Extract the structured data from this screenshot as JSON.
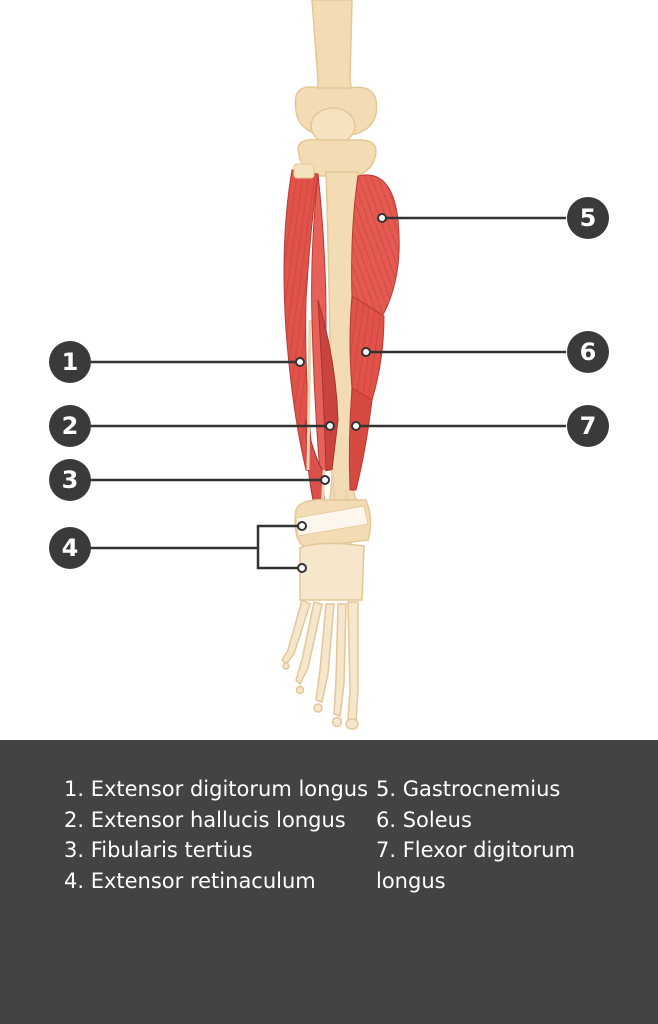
{
  "markers": [
    {
      "id": "1",
      "label": "1"
    },
    {
      "id": "2",
      "label": "2"
    },
    {
      "id": "3",
      "label": "3"
    },
    {
      "id": "4",
      "label": "4"
    },
    {
      "id": "5",
      "label": "5"
    },
    {
      "id": "6",
      "label": "6"
    },
    {
      "id": "7",
      "label": "7"
    }
  ],
  "legend": {
    "left": [
      "1. Extensor digitorum longus",
      "2. Extensor hallucis longus",
      "3. Fibularis tertius",
      "4. Extensor retinaculum"
    ],
    "right": [
      "5. Gastrocnemius",
      "6. Soleus",
      "7. Flexor digitorum longus"
    ]
  },
  "colors": {
    "muscle": "#e0524a",
    "muscle_dark": "#b83a34",
    "bone": "#f3dcb4",
    "bone_shadow": "#e4c796",
    "marker": "#3a3a3a",
    "leader": "#333333",
    "panel": "#434343"
  }
}
